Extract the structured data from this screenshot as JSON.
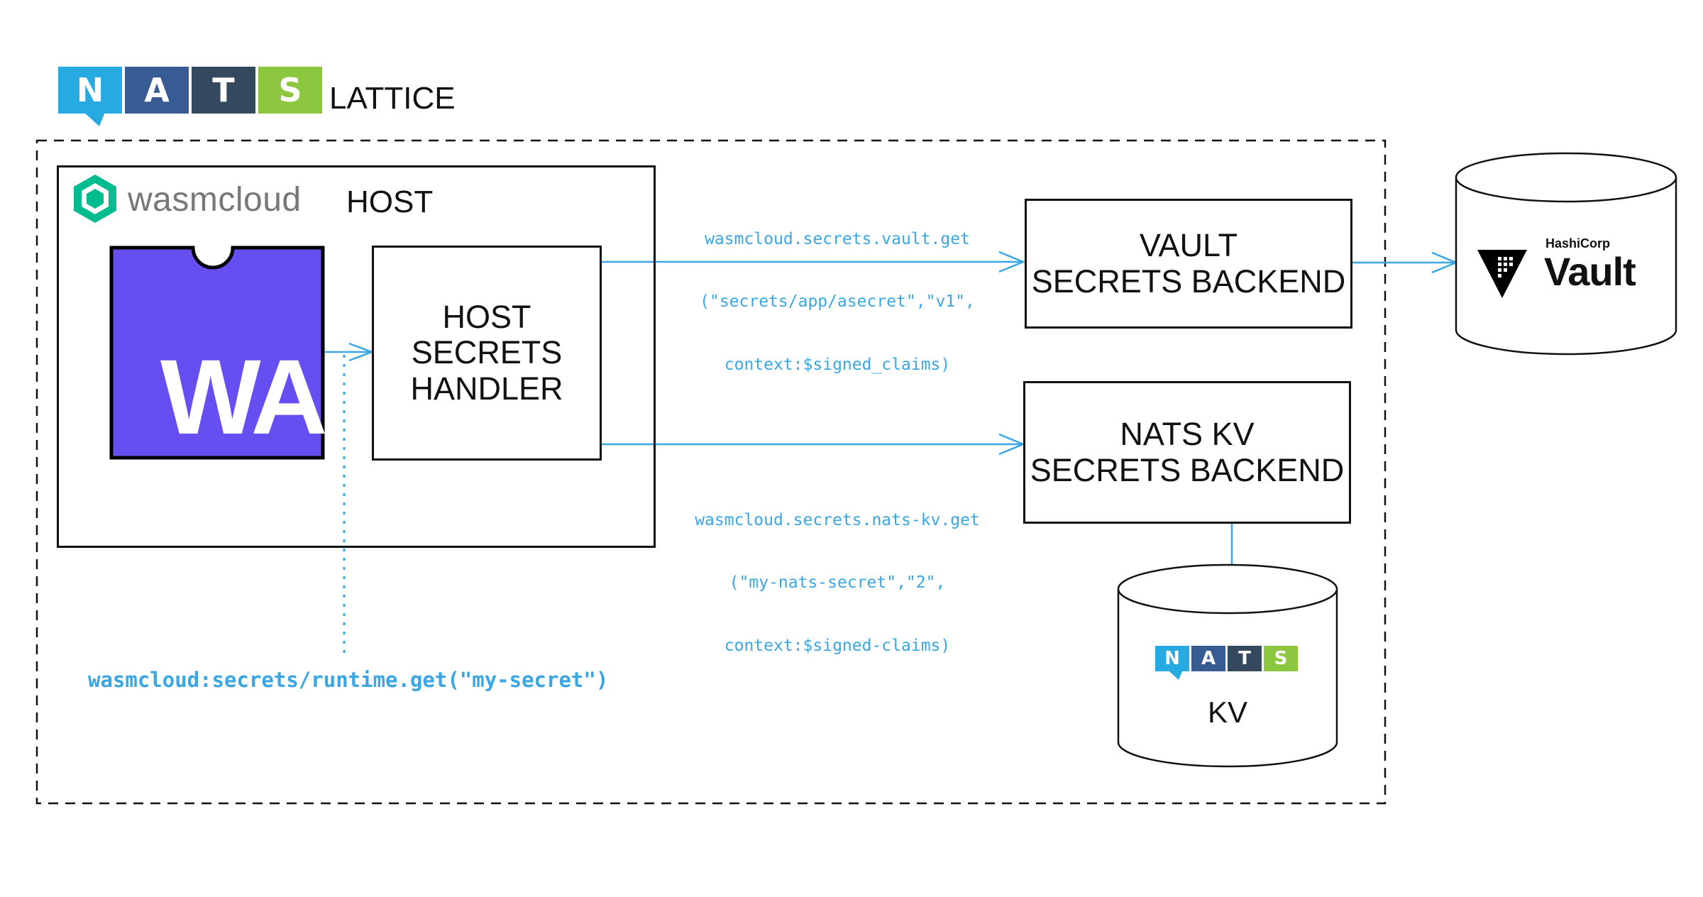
{
  "header": {
    "logo_tiles": [
      "N",
      "A",
      "T",
      "S"
    ],
    "lattice_label": "LATTICE"
  },
  "host": {
    "brand": "wasmcloud",
    "label": "HOST",
    "wa_logo": "WA"
  },
  "handler": {
    "lines": [
      "HOST",
      "SECRETS",
      "HANDLER"
    ]
  },
  "vault_backend": {
    "lines": [
      "VAULT",
      "SECRETS BACKEND"
    ]
  },
  "nats_kv_backend": {
    "lines": [
      "NATS KV",
      "SECRETS BACKEND"
    ]
  },
  "vault_store": {
    "company": "HashiCorp",
    "product": "Vault"
  },
  "kv_store": {
    "logo_tiles": [
      "N",
      "A",
      "T",
      "S"
    ],
    "label": "KV"
  },
  "calls": {
    "vault_get": [
      "wasmcloud.secrets.vault.get",
      "(\"secrets/app/asecret\",\"v1\",",
      "context:$signed_claims)"
    ],
    "nats_kv_get": [
      "wasmcloud.secrets.nats-kv.get",
      "(\"my-nats-secret\",\"2\",",
      "context:$signed-claims)"
    ],
    "runtime_get": "wasmcloud:secrets/runtime.get(\"my-secret\")"
  },
  "colors": {
    "arrow": "#3aa6e3",
    "wa_purple": "#654ff0",
    "wasmcloud_green": "#00bc8e",
    "nats_tiles": [
      "#27aae1",
      "#375c93",
      "#34495e",
      "#8dc63f"
    ]
  }
}
